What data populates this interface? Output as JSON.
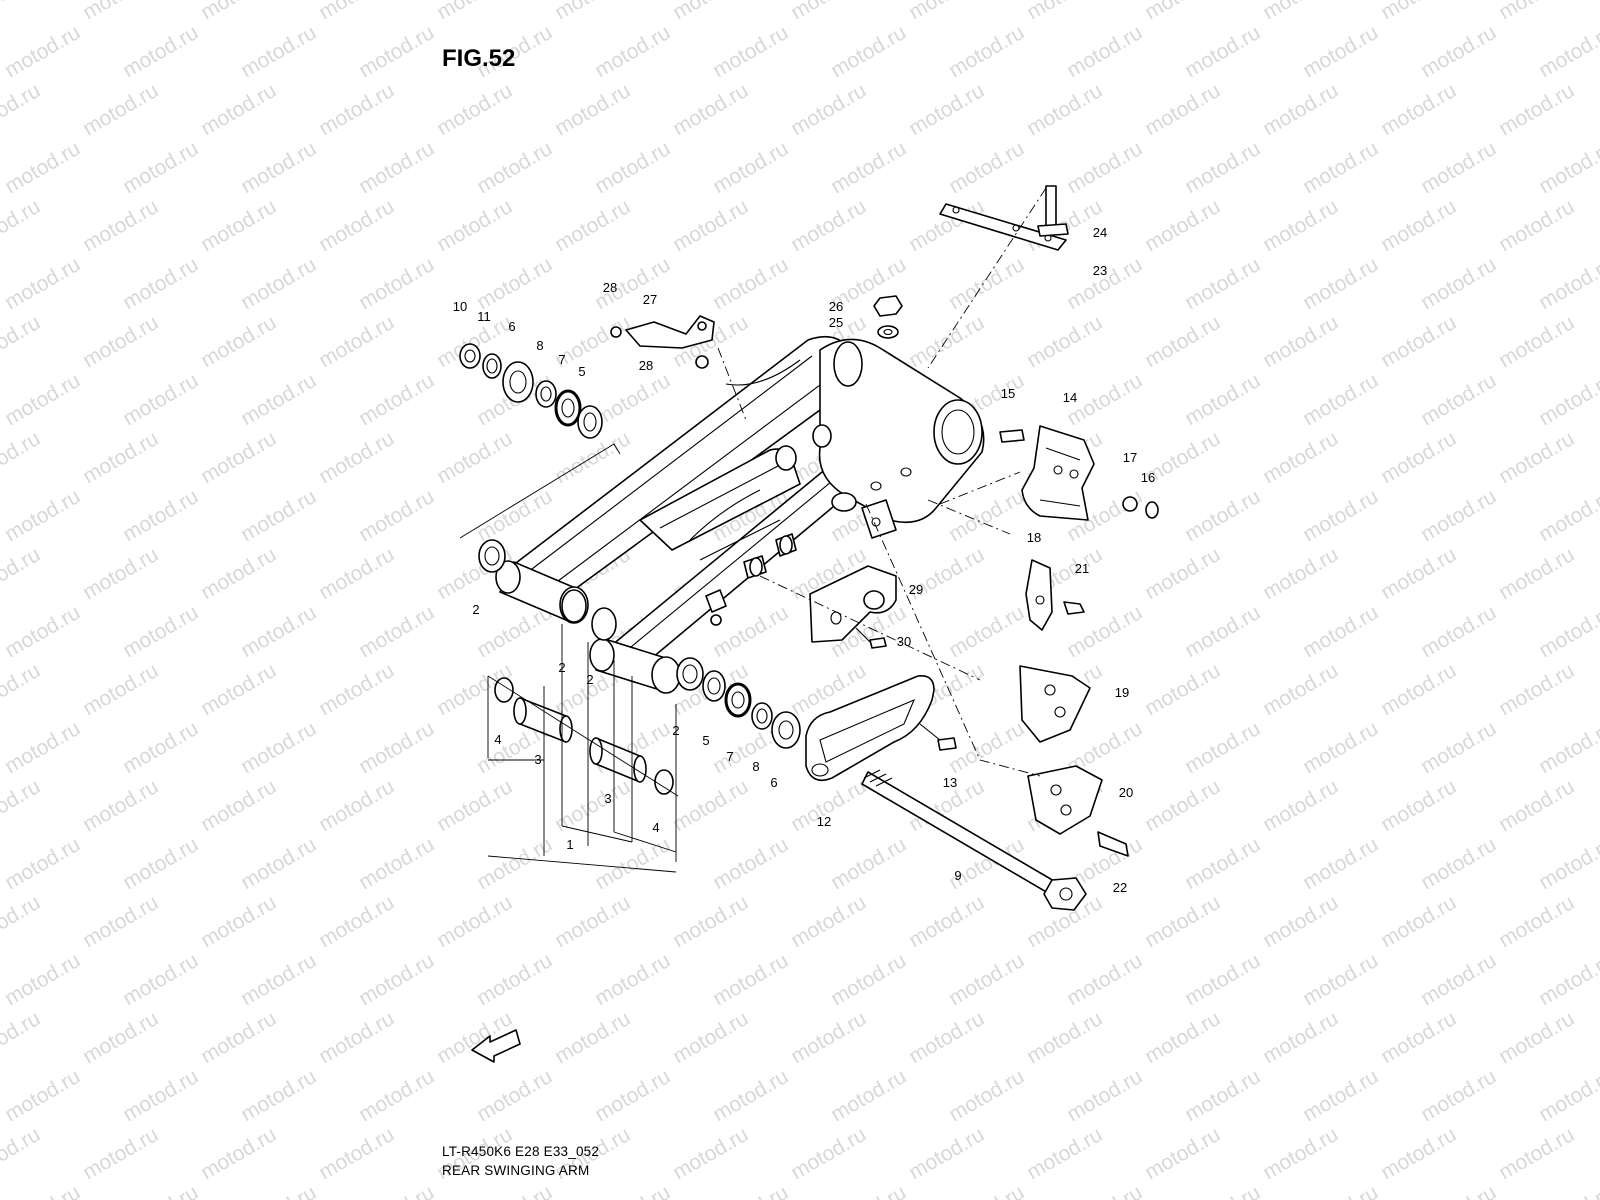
{
  "figure": {
    "title": "FIG.52",
    "model_code": "LT-R450K6 E28 E33_052",
    "name": "REAR SWINGING ARM",
    "fwd_label": "FWD"
  },
  "watermark": {
    "text": "motod.ru"
  },
  "callouts": [
    {
      "id": "c10",
      "text": "10"
    },
    {
      "id": "c11",
      "text": "11"
    },
    {
      "id": "c6a",
      "text": "6"
    },
    {
      "id": "c8a",
      "text": "8"
    },
    {
      "id": "c7a",
      "text": "7"
    },
    {
      "id": "c5a",
      "text": "5"
    },
    {
      "id": "c28a",
      "text": "28"
    },
    {
      "id": "c27",
      "text": "27"
    },
    {
      "id": "c28b",
      "text": "28"
    },
    {
      "id": "c26",
      "text": "26"
    },
    {
      "id": "c25",
      "text": "25"
    },
    {
      "id": "c24",
      "text": "24"
    },
    {
      "id": "c23",
      "text": "23"
    },
    {
      "id": "c15",
      "text": "15"
    },
    {
      "id": "c14",
      "text": "14"
    },
    {
      "id": "c17",
      "text": "17"
    },
    {
      "id": "c16",
      "text": "16"
    },
    {
      "id": "c18",
      "text": "18"
    },
    {
      "id": "c21",
      "text": "21"
    },
    {
      "id": "c29",
      "text": "29"
    },
    {
      "id": "c30",
      "text": "30"
    },
    {
      "id": "c19",
      "text": "19"
    },
    {
      "id": "c20",
      "text": "20"
    },
    {
      "id": "c22",
      "text": "22"
    },
    {
      "id": "c9",
      "text": "9"
    },
    {
      "id": "c12",
      "text": "12"
    },
    {
      "id": "c13",
      "text": "13"
    },
    {
      "id": "c2a",
      "text": "2"
    },
    {
      "id": "c2b",
      "text": "2"
    },
    {
      "id": "c2c",
      "text": "2"
    },
    {
      "id": "c2d",
      "text": "2"
    },
    {
      "id": "c4a",
      "text": "4"
    },
    {
      "id": "c3a",
      "text": "3"
    },
    {
      "id": "c3b",
      "text": "3"
    },
    {
      "id": "c4b",
      "text": "4"
    },
    {
      "id": "c1",
      "text": "1"
    },
    {
      "id": "c5b",
      "text": "5"
    },
    {
      "id": "c7b",
      "text": "7"
    },
    {
      "id": "c8b",
      "text": "8"
    },
    {
      "id": "c6b",
      "text": "6"
    }
  ]
}
